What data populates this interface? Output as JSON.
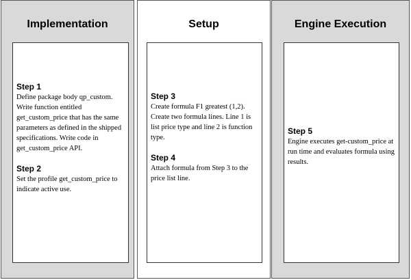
{
  "columns": [
    {
      "title": "Implementation",
      "steps": [
        {
          "label": "Step 1",
          "text": "Define package body qp_custom. Write function entitled get_custom_price that has the same parameters as defined in the shipped specifications. Write code in get_custom_price API."
        },
        {
          "label": "Step 2",
          "text": "Set the profile get_custom_price to indicate active use."
        }
      ]
    },
    {
      "title": "Setup",
      "steps": [
        {
          "label": "Step 3",
          "text": "Create formula F1 greatest (1,2). Create two formula lines. Line 1 is list price type and line 2 is function type."
        },
        {
          "label": "Step 4",
          "text": "Attach formula from Step 3 to the price list line."
        }
      ]
    },
    {
      "title": "Engine Execution",
      "steps": [
        {
          "label": "Step 5",
          "text": "Engine executes get-custom_price at run time and evaluates formula using results."
        }
      ]
    }
  ],
  "colors": {
    "panel_grey": "#d9d9d9",
    "panel_white": "#ffffff",
    "border": "#555555",
    "text": "#000000"
  }
}
